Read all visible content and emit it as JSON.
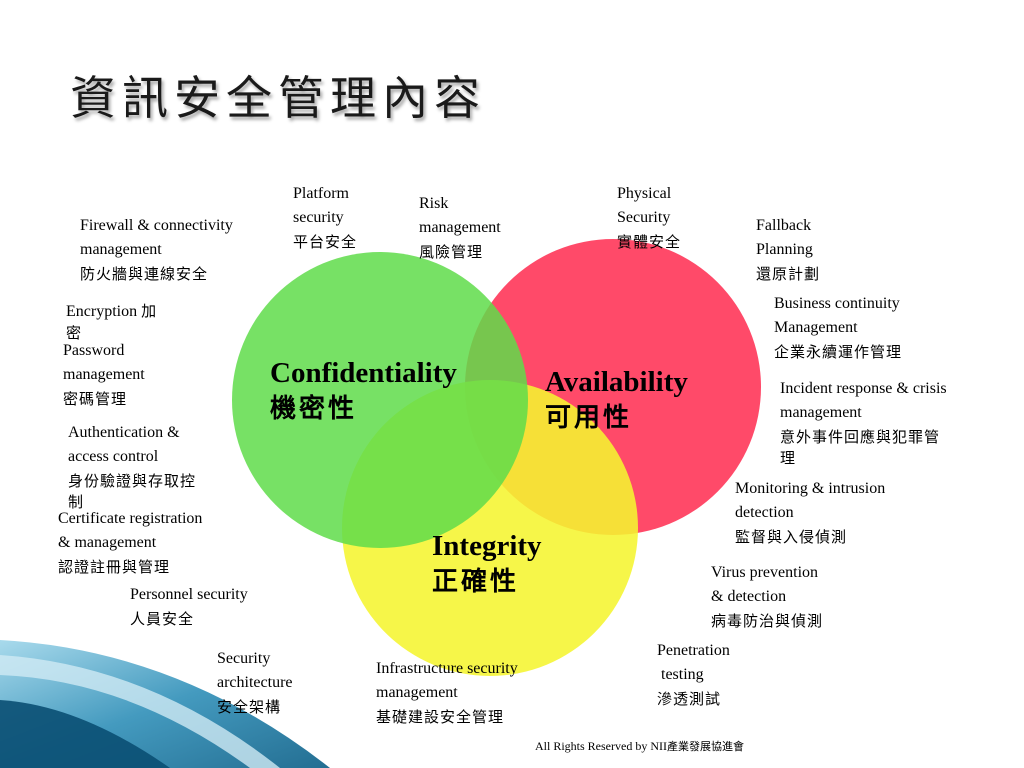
{
  "slide": {
    "title": "資訊安全管理內容",
    "footer_en": "All Rights Reserved by NII",
    "footer_zh": "產業發展協進會"
  },
  "circles": {
    "confidentiality": {
      "en": "Confidentiality",
      "zh": "機密性",
      "color": "#5fdc4a"
    },
    "availability": {
      "en": "Availability",
      "zh": "可用性",
      "color": "#ff3b5c"
    },
    "integrity": {
      "en": "Integrity",
      "zh": "正確性",
      "color": "#f5f530"
    }
  },
  "labels": {
    "platform": {
      "en1": "Platform",
      "en2": "security",
      "zh": "平台安全"
    },
    "risk": {
      "en1": "Risk",
      "en2": "management",
      "zh": "風險管理"
    },
    "physical": {
      "en1": "Physical",
      "en2": "Security",
      "zh": "實體安全"
    },
    "fallback": {
      "en1": "Fallback",
      "en2": "Planning",
      "zh": "還原計劃"
    },
    "firewall": {
      "en1": "Firewall & connectivity",
      "en2": "management",
      "zh": "防火牆與連線安全"
    },
    "bcm": {
      "en1": "Business continuity",
      "en2": "Management",
      "zh": "企業永續運作管理"
    },
    "encryption": {
      "en": "Encryption",
      "zh1": "加",
      "zh2": "密"
    },
    "password": {
      "en1": "Password",
      "en2": "management",
      "zh": "密碼管理"
    },
    "incident": {
      "en1": "Incident response & crisis",
      "en2": "management",
      "zh1": "意外事件回應與犯罪管",
      "zh2": "理"
    },
    "auth": {
      "en1": "Authentication &",
      "en2": "access  control",
      "zh1": "身份驗證與存取控",
      "zh2": "制"
    },
    "monitoring": {
      "en1": "Monitoring & intrusion",
      "en2": "detection",
      "zh": "監督與入侵偵測"
    },
    "certificate": {
      "en1": "Certificate registration",
      "en2": "& management",
      "zh": "認證註冊與管理"
    },
    "virus": {
      "en1": "Virus prevention",
      "en2": "& detection",
      "zh": "病毒防治與偵測"
    },
    "personnel": {
      "en": "Personnel security",
      "zh": "人員安全"
    },
    "penetration": {
      "en1": "Penetration",
      "en2": " testing",
      "zh": "滲透測試"
    },
    "architecture": {
      "en1": "Security",
      "en2": "architecture",
      "zh": "安全架構"
    },
    "infrastructure": {
      "en1": "Infrastructure security",
      "en2": "management",
      "zh": "基礎建設安全管理"
    }
  }
}
